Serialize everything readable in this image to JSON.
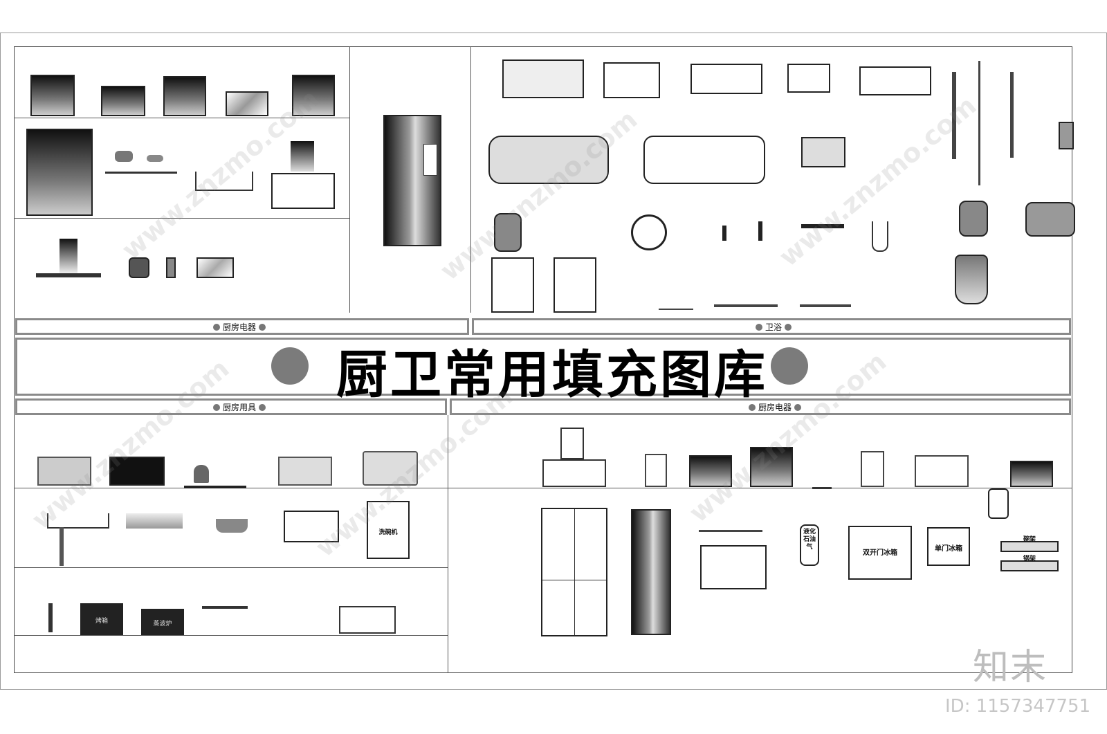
{
  "title": "厨卫常用填充图库",
  "sections": {
    "top_left": "厨房电器",
    "top_right": "卫浴",
    "bottom_left": "厨房用具",
    "bottom_right": "厨房电器"
  },
  "appliance_labels": {
    "dishwasher": "洗碗机",
    "oven": "烤箱",
    "steam_oven": "蒸波炉",
    "lpg_tank": "液化石油气",
    "double_door_fridge": "双开门冰箱",
    "single_door_fridge": "单门冰箱",
    "rack1": "碗架",
    "rack2": "锅架"
  },
  "watermark": {
    "brand": "知末",
    "id": "ID: 1157347751",
    "site": "www.znzmo.com"
  },
  "colors": {
    "band_border": "#8a8a8a",
    "dot": "#777777",
    "big_dot": "#7b7b7b"
  }
}
